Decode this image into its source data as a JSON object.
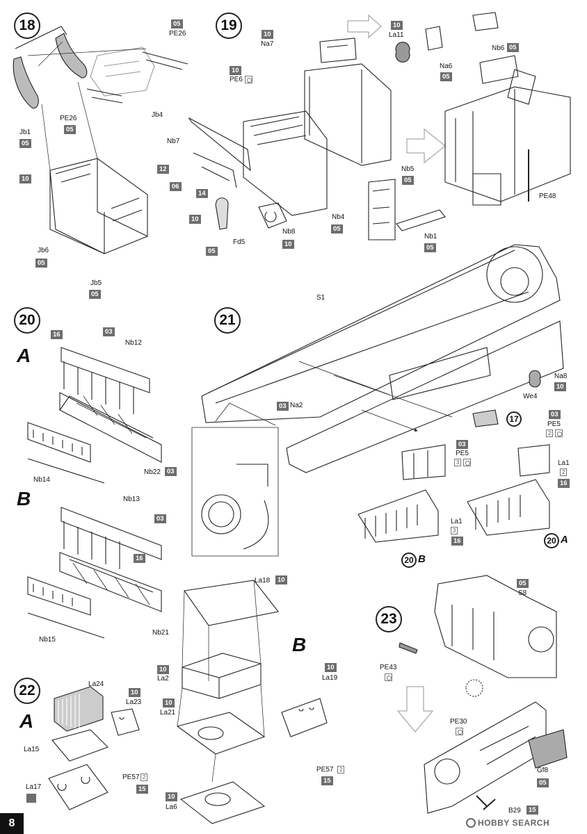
{
  "page": {
    "number": "8",
    "watermark": "HOBBY SEARCH"
  },
  "steps": [
    {
      "id": "18"
    },
    {
      "id": "19"
    },
    {
      "id": "20"
    },
    {
      "id": "21"
    },
    {
      "id": "22"
    },
    {
      "id": "23"
    }
  ],
  "sub_refs": {
    "s20b": "20",
    "s20a": "20",
    "s17": "17",
    "var_b": "B",
    "var_a": "A"
  },
  "variants": {
    "v20a": "A",
    "v20b": "B",
    "v22a": "A",
    "v22b": "B"
  },
  "labels": {
    "pe26_top": "PE26",
    "pe26_mid": "PE26",
    "jb4": "Jb4",
    "jb1": "Jb1",
    "jb6": "Jb6",
    "jb5": "Jb5",
    "na7": "Na7",
    "pe6": "PE6",
    "la11": "La11",
    "na6": "Na6",
    "nb6": "Nb6",
    "nb7": "Nb7",
    "fd5": "Fd5",
    "nb8": "Nb8",
    "nb4": "Nb4",
    "nb5": "Nb5",
    "nb1": "Nb1",
    "pe48": "PE48",
    "nb12": "Nb12",
    "nb14": "Nb14",
    "nb22": "Nb22",
    "nb13": "Nb13",
    "nb15": "Nb15",
    "nb21": "Nb21",
    "s1": "S1",
    "na2": "Na2",
    "na8": "Na8",
    "we4": "We4",
    "pe5a": "PE5",
    "pe5b": "PE5",
    "la1a": "La1",
    "la1b": "La1",
    "la18": "La18",
    "la2": "La2",
    "la21": "La21",
    "la6": "La6",
    "la19": "La19",
    "pe57b": "PE57",
    "la24": "La24",
    "la23": "La23",
    "la15": "La15",
    "la17": "La17",
    "pe57a": "PE57",
    "s8": "S8",
    "pe43": "PE43",
    "pe30": "PE30",
    "gf8": "Gf8",
    "b29": "B29"
  },
  "codes": {
    "c05_pe26": "05",
    "c05_pe26b": "05",
    "c05_jb1": "05",
    "c10_jb": "10",
    "c05_jb6": "05",
    "c05_jb5": "05",
    "c10_na7": "10",
    "c10_pe6": "10",
    "c10_la11": "10",
    "c05_na6": "05",
    "c05_nb6": "05",
    "c12_nb7": "12",
    "c06_nb7": "06",
    "c14_fd5": "14",
    "c10_fd5": "10",
    "c05_fd5": "05",
    "c10_nb8": "10",
    "c05_nb4": "05",
    "c05_nb5": "05",
    "c05_nb1": "05",
    "c16_nb12": "16",
    "c03_nb12": "03",
    "c03_nb22": "03",
    "c03_nb13": "03",
    "c16_nb13": "16",
    "c03_na2": "03",
    "c10_na8": "10",
    "c03_pe5a": "03",
    "c16_la1a": "16",
    "c03_pe5b": "03",
    "c16_la1b": "16",
    "c10_la18": "10",
    "c10_la2": "10",
    "c10_la21": "10",
    "c10_la6": "10",
    "c10_la19": "10",
    "c15_pe57b": "15",
    "c10_la23": "10",
    "c15_pe57a": "15",
    "c05_s8": "05",
    "c05_gf8": "05",
    "c15_b29": "15"
  },
  "refs": {
    "r_pe5a": "3",
    "r_la1a": "3",
    "r_pe5b": "2",
    "r_la1b": "2",
    "r_pe57b": "2",
    "r_pe57a": "2"
  }
}
